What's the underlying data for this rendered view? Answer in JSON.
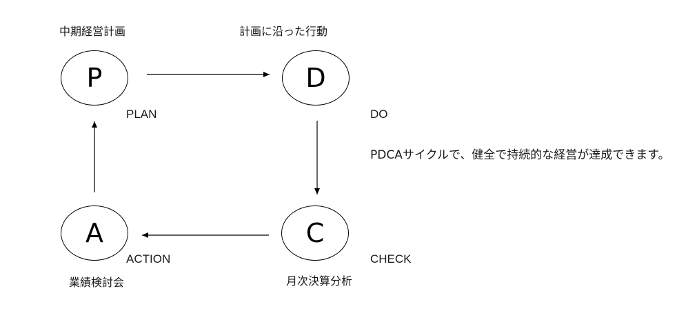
{
  "nodes": {
    "plan": {
      "letter": "P",
      "name": "PLAN",
      "caption": "中期経営計画"
    },
    "do": {
      "letter": "D",
      "name": "DO",
      "caption": "計画に沿った行動"
    },
    "check": {
      "letter": "C",
      "name": "CHECK",
      "caption": "月次決算分析"
    },
    "action": {
      "letter": "A",
      "name": "ACTION",
      "caption": "業績検討会"
    }
  },
  "note": "PDCAサイクルで、健全で持続的な経営が達成できます。"
}
